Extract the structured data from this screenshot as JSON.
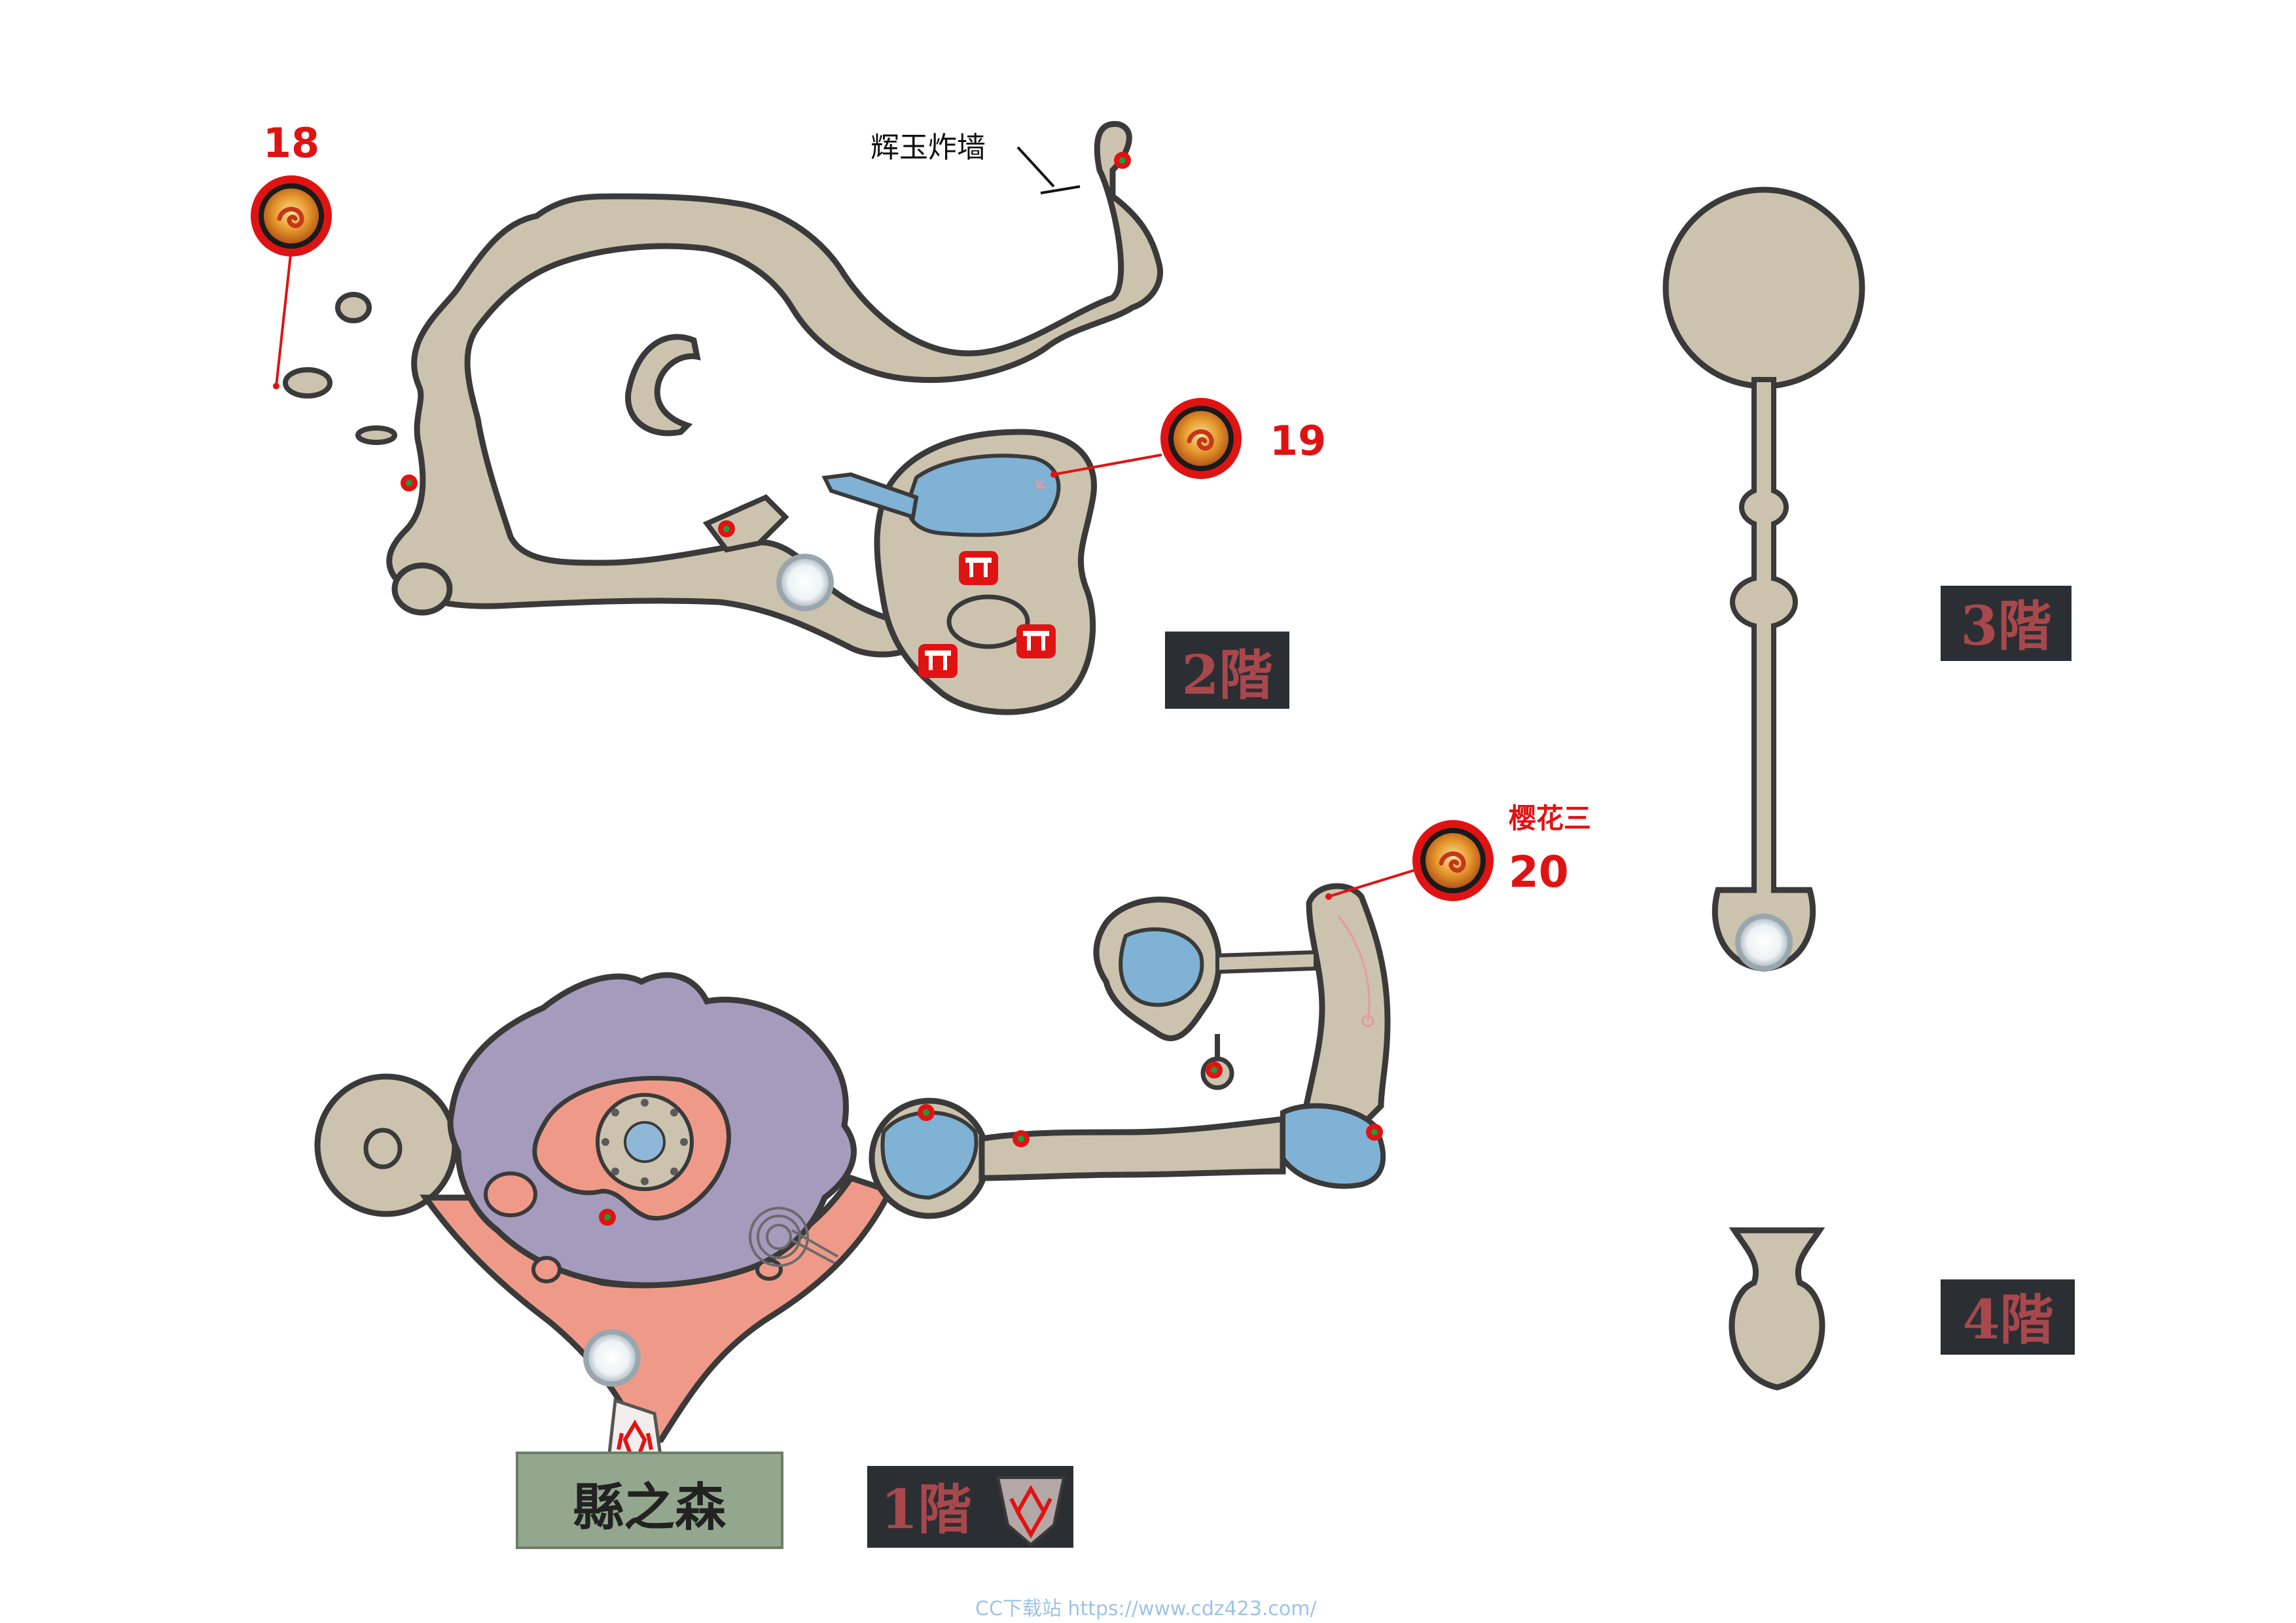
{
  "colors": {
    "floor": "#cbc3ae",
    "outline": "#3a3a3a",
    "water": "#7fb2d4",
    "purple": "#a49bbd",
    "salmon": "#ef9a88",
    "marker_red": "#e01313",
    "marker_green": "#1f9a3c",
    "floor_label_bg": "#2b2f34",
    "floor_label_text": "#a8484c",
    "area_label_bg": "#93a78e"
  },
  "markers": {
    "m18": "18",
    "m19": "19",
    "m20": "20"
  },
  "annotations": {
    "bomb_wall": "辉玉炸墙",
    "sakura": "樱花三"
  },
  "floors": {
    "f1": "1階",
    "f2": "2階",
    "f3": "3階",
    "f4": "4階"
  },
  "area_name": "縣之森",
  "watermark": "CC下载站  https://www.cdz423.com/",
  "icons": {
    "item_marker": "fruit-orb-icon",
    "red_dot": "red-dot-marker-icon",
    "torii": "torii-gate-icon",
    "warp": "warp-mirror-icon",
    "wolf": "wolf-head-icon"
  }
}
